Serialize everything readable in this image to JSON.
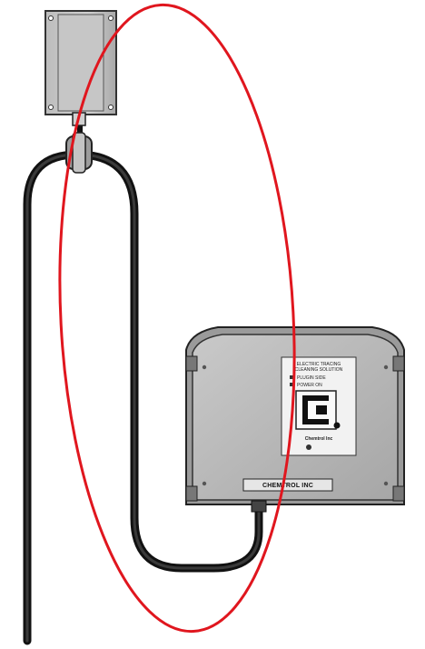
{
  "diagram": {
    "colors": {
      "background": "#ffffff",
      "housing": "#b8b8b8",
      "housing_dark": "#9a9a9a",
      "cable": "#1a1a1a",
      "highlight_ellipse": "#e0161e",
      "label_bg": "#f2f2f2"
    },
    "control_box": {
      "label_lines": [
        "ELECTRIC TRACING",
        "CLEANING SOLUTION",
        "PLUGIN SIDE",
        "POWER ON"
      ],
      "logo_letter": "C",
      "logo_text": "Chemtrol Inc",
      "nameplate_text": "CHEMTROL INC"
    },
    "icons": [
      "junction-box-icon",
      "cable-clamp-icon",
      "control-box-icon",
      "logo-icon"
    ]
  }
}
